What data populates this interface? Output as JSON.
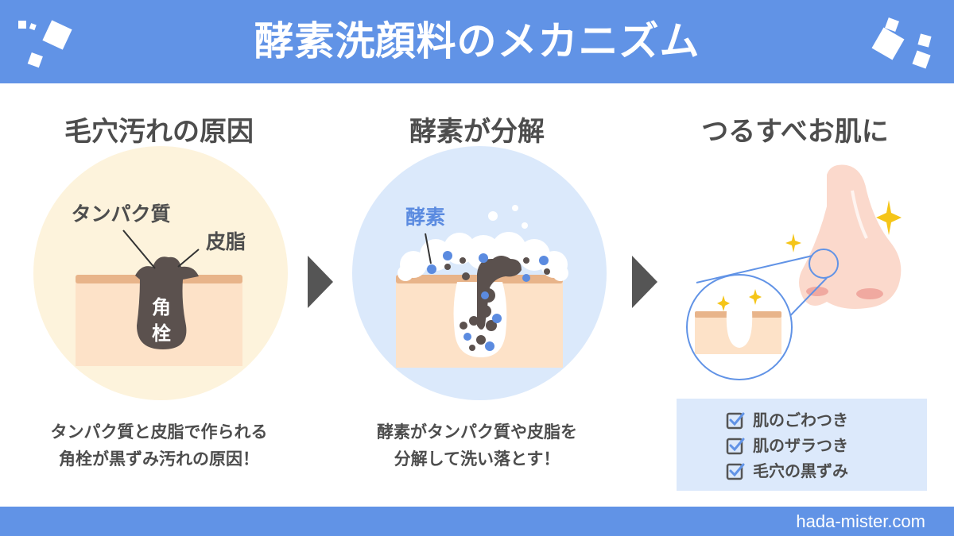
{
  "title": "酵素洗顔料のメカニズム",
  "columns": [
    {
      "heading": "毛穴汚れの原因",
      "labels": {
        "protein": "タンパク質",
        "sebum": "皮脂",
        "plug": "角栓"
      },
      "description": [
        "タンパク質と皮脂で作られる",
        "角栓が黒ずみ汚れの原因！"
      ]
    },
    {
      "heading": "酵素が分解",
      "labels": {
        "enzyme": "酵素"
      },
      "description": [
        "酵素がタンパク質や皮脂を",
        "分解して洗い落とす！"
      ]
    },
    {
      "heading": "つるすべお肌に",
      "checklist": [
        "肌のごわつき",
        "肌のザラつき",
        "毛穴の黒ずみ"
      ]
    }
  ],
  "footer": "hada-mister.com",
  "colors": {
    "brand_blue": "#6193e6",
    "text": "#4d4d4d",
    "circle_cream": "#fdf3dc",
    "circle_blue": "#dbe9fb",
    "skin": "#fde2c8",
    "skin_top": "#e8b48a",
    "plug": "#5b514e",
    "sparkle": "#f5c518"
  }
}
